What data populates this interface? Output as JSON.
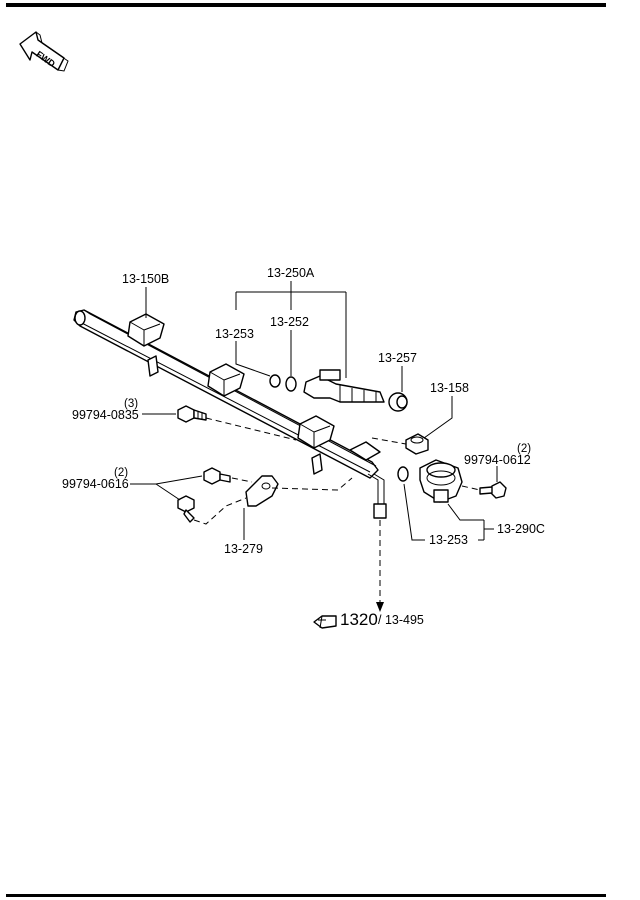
{
  "fwd_label": "FWD",
  "icons": {
    "fwd": "forward-direction-arrow-icon",
    "reference": "pointing-hand-icon"
  },
  "callouts": {
    "p_13_150b": "13-150B",
    "p_13_250a": "13-250A",
    "p_13_253_top": "13-253",
    "p_13_252": "13-252",
    "p_13_257": "13-257",
    "p_13_158": "13-158",
    "bolt_0835_qty": "(3)",
    "bolt_0835": "99794-0835",
    "bolt_0612_qty": "(2)",
    "bolt_0612": "99794-0612",
    "bolt_0616_qty": "(2)",
    "bolt_0616": "99794-0616",
    "p_13_279": "13-279",
    "p_13_253_bottom": "13-253",
    "p_13_290c": "13-290C"
  },
  "reference": {
    "main": "1320",
    "sub": "/ 13-495"
  }
}
